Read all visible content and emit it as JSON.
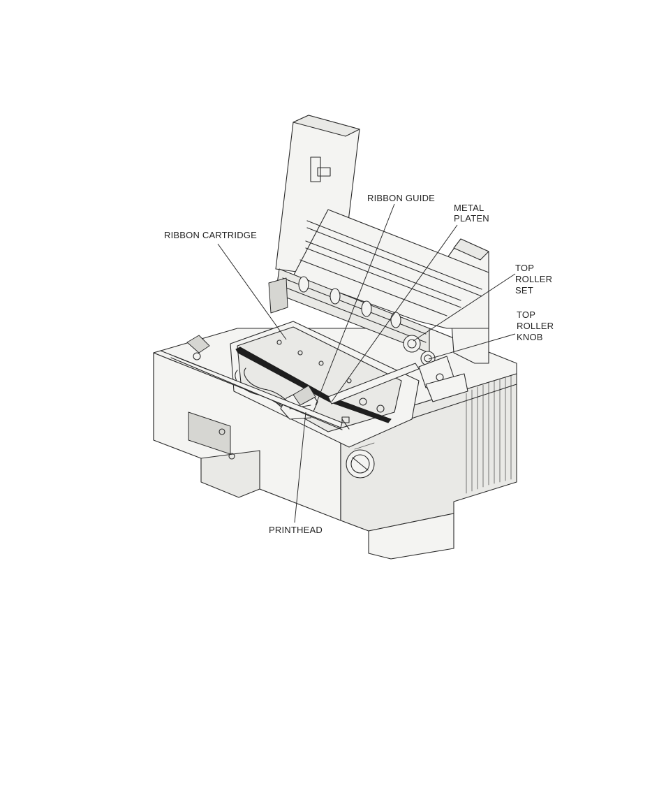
{
  "figure": {
    "labels": {
      "ribbon_cartridge": "RIBBON CARTRIDGE",
      "ribbon_guide": "RIBBON GUIDE",
      "metal_platen_1": "METAL",
      "metal_platen_2": "PLATEN",
      "top_roller_set_1": "TOP",
      "top_roller_set_2": "ROLLER",
      "top_roller_set_3": "SET",
      "top_roller_knob_1": "TOP",
      "top_roller_knob_2": "ROLLER",
      "top_roller_knob_3": "KNOB",
      "printhead": "PRINTHEAD"
    }
  }
}
